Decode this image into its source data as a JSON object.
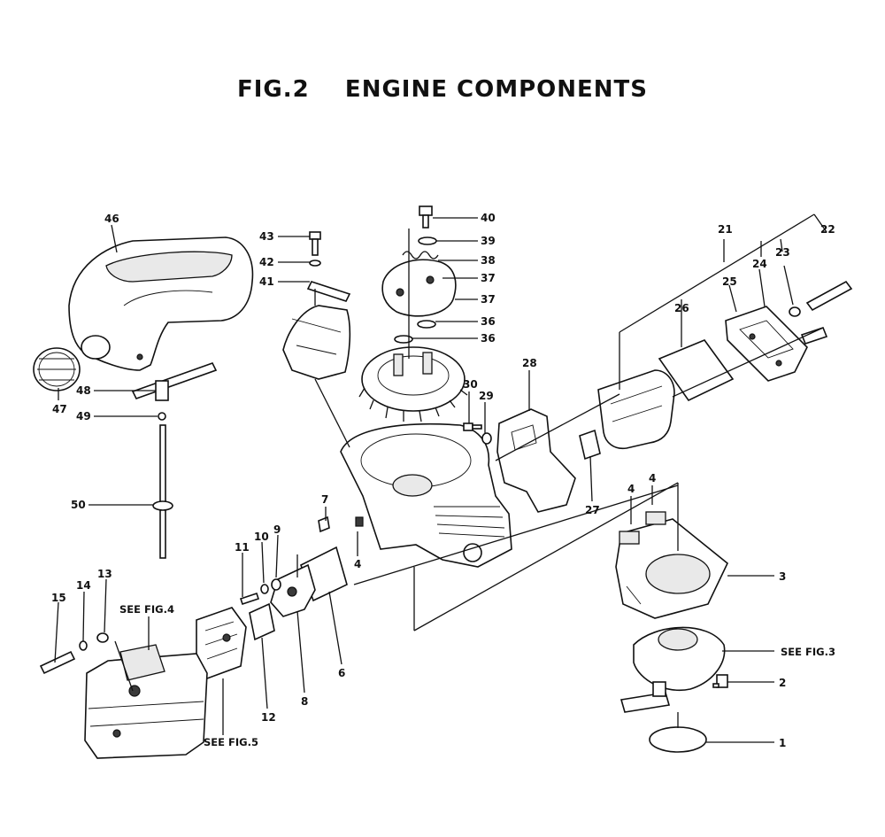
{
  "title": "FIG.2    ENGINE COMPONENTS",
  "callouts": {
    "c1": "1",
    "c2": "2",
    "c3": "3",
    "c4a": "4",
    "c4b": "4",
    "c4c": "4",
    "c6": "6",
    "c7": "7",
    "c8": "8",
    "c9": "9",
    "c10": "10",
    "c11": "11",
    "c12": "12",
    "c13": "13",
    "c14": "14",
    "c15": "15",
    "c21": "21",
    "c22": "22",
    "c23": "23",
    "c24": "24",
    "c25": "25",
    "c26": "26",
    "c27": "27",
    "c28": "28",
    "c29": "29",
    "c30": "30",
    "c36a": "36",
    "c36b": "36",
    "c37a": "37",
    "c37b": "37",
    "c38": "38",
    "c39": "39",
    "c40": "40",
    "c41": "41",
    "c42": "42",
    "c43": "43",
    "c46": "46",
    "c47": "47",
    "c48": "48",
    "c49": "49",
    "c50": "50"
  },
  "references": {
    "fig3": "SEE FIG.3",
    "fig4": "SEE FIG.4",
    "fig5": "SEE FIG.5"
  }
}
